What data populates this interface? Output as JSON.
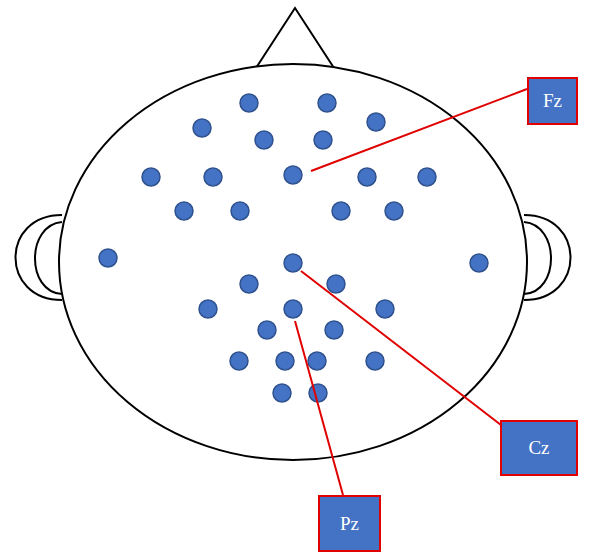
{
  "diagram": {
    "nodes": [
      {
        "text": [
          "Fz"
        ]
      },
      {
        "text": [
          "Cz"
        ]
      },
      {
        "text": [
          "Pz"
        ]
      }
    ]
  }
}
